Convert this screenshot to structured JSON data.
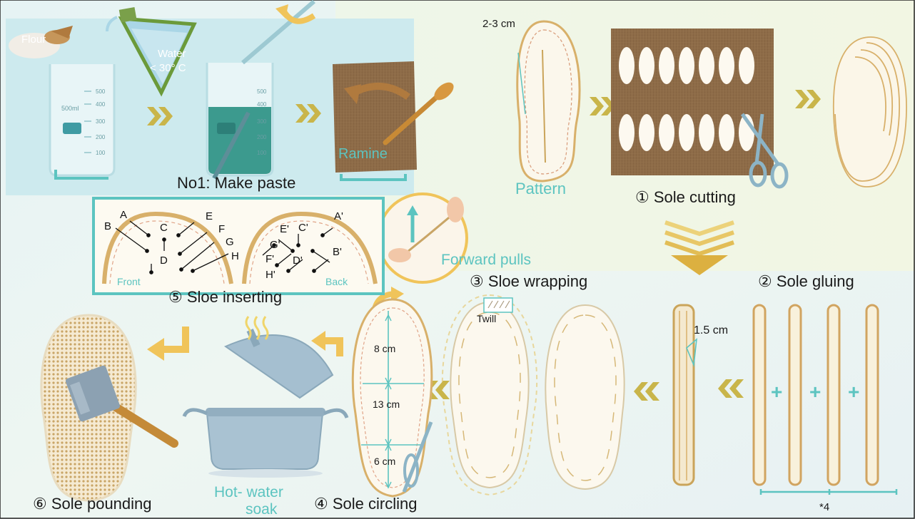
{
  "paste_section": {
    "flour_label": "Flour",
    "water_label": "Water",
    "water_temp": "< 30° C",
    "beaker_volume": "500ml",
    "ramine_label": "Ramine",
    "title": "No1: Make paste"
  },
  "pattern_section": {
    "margin_label": "2-3 cm",
    "pattern_label": "Pattern"
  },
  "steps": {
    "cutting": "① Sole cutting",
    "gluing": "② Sole gluing",
    "wrapping": "③ Sloe wrapping",
    "circling": "④ Sole circling",
    "inserting": "⑤ Sloe inserting",
    "pounding": "⑥ Sole pounding"
  },
  "gluing_section": {
    "thickness_label": "1.5 cm",
    "count_label": "*4",
    "plus_signs": [
      "+",
      "+",
      "+"
    ]
  },
  "wrapping_section": {
    "twill_label": "Twill",
    "forward_pulls_label": "Forward pulls"
  },
  "circling_section": {
    "measurements": [
      "8 cm",
      "13 cm",
      "6 cm"
    ]
  },
  "soak_section": {
    "label_line1": "Hot- water",
    "label_line2": "soak"
  },
  "inserting_section": {
    "front_label": "Front",
    "back_label": "Back",
    "front_points": [
      "A",
      "B",
      "C",
      "D",
      "E",
      "F",
      "G",
      "H"
    ],
    "back_points": [
      "A'",
      "B'",
      "C'",
      "D'",
      "E'",
      "F'",
      "G'",
      "H'"
    ]
  },
  "colors": {
    "teal_accent": "#5cc4c0",
    "chevron_gold": "#c9b54a",
    "sole_tan": "#d8b06a",
    "hessian_brown": "#8a6a45",
    "paste_green": "#3c9a8e",
    "top_panel_bg": "#d6eef0"
  }
}
